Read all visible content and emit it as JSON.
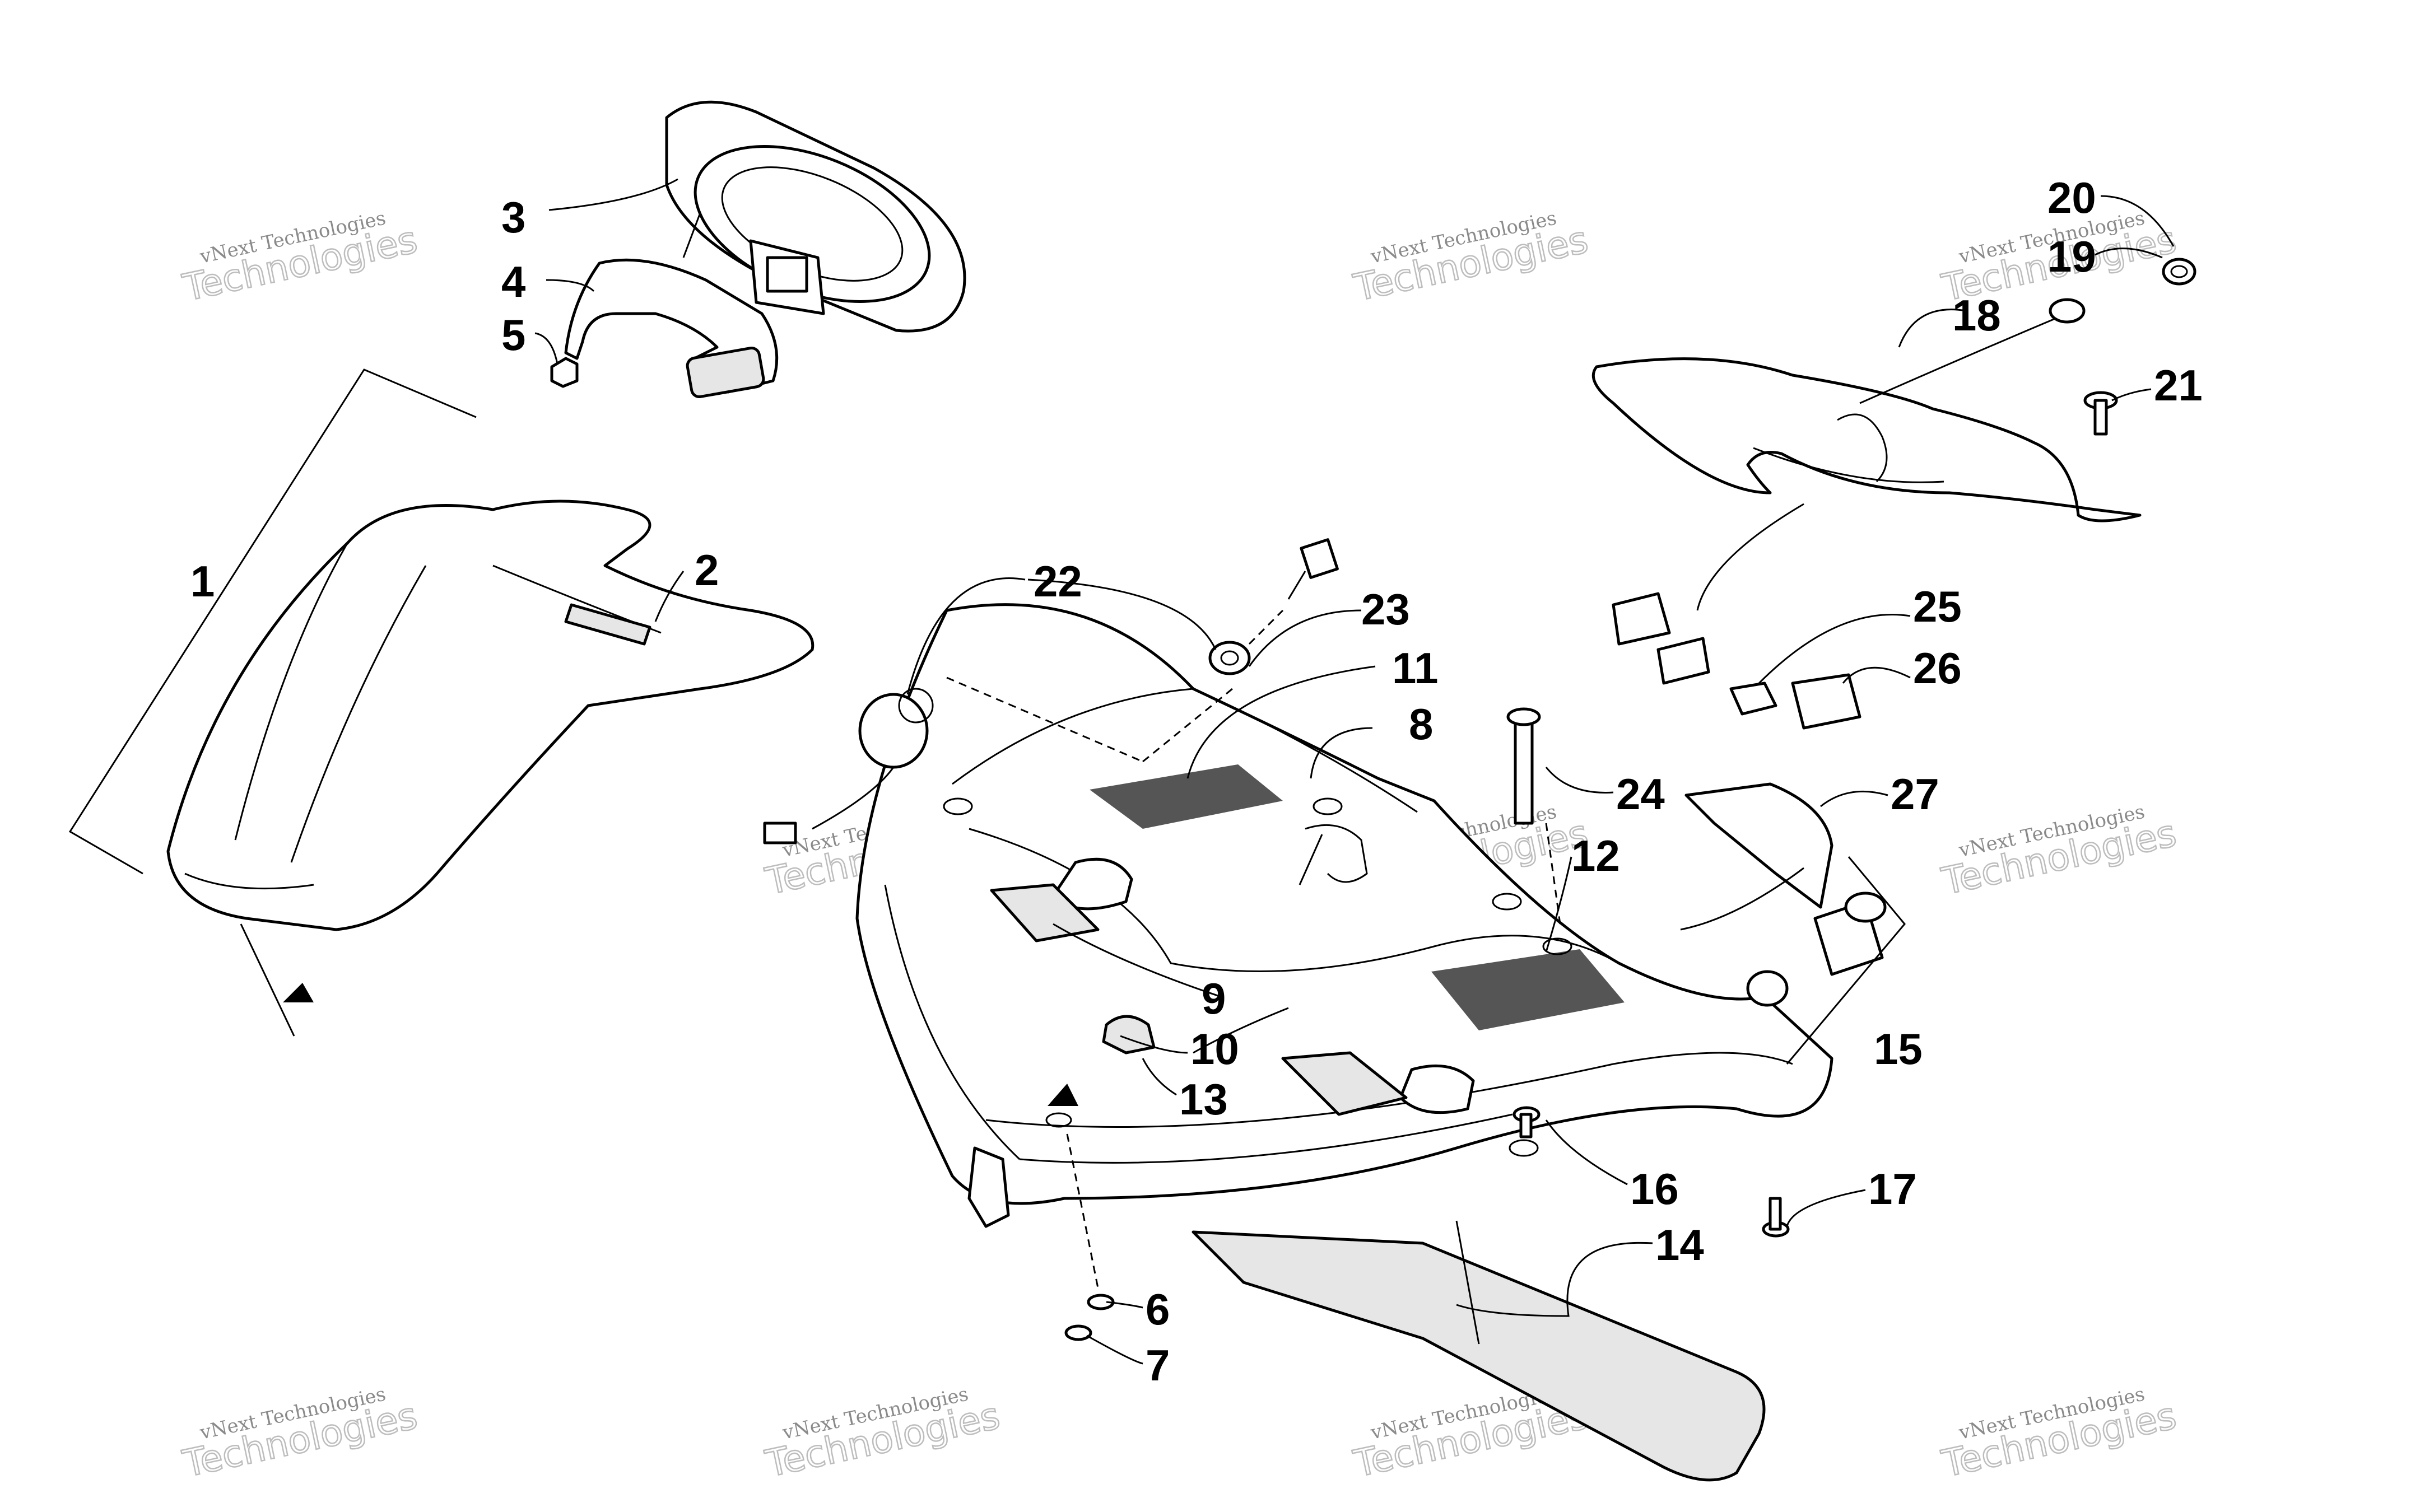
{
  "diagram": {
    "callouts": [
      "1",
      "2",
      "3",
      "4",
      "5",
      "6",
      "7",
      "8",
      "9",
      "10",
      "11",
      "12",
      "13",
      "14",
      "15",
      "16",
      "17",
      "18",
      "19",
      "20",
      "21",
      "22",
      "23",
      "24",
      "25",
      "26",
      "27"
    ],
    "watermark": {
      "line1": "vNext Technologies",
      "line2": "Technologies"
    },
    "colors": {
      "line": "#000000",
      "fill": "#ffffff",
      "watermark": "#9a9a9a"
    }
  }
}
